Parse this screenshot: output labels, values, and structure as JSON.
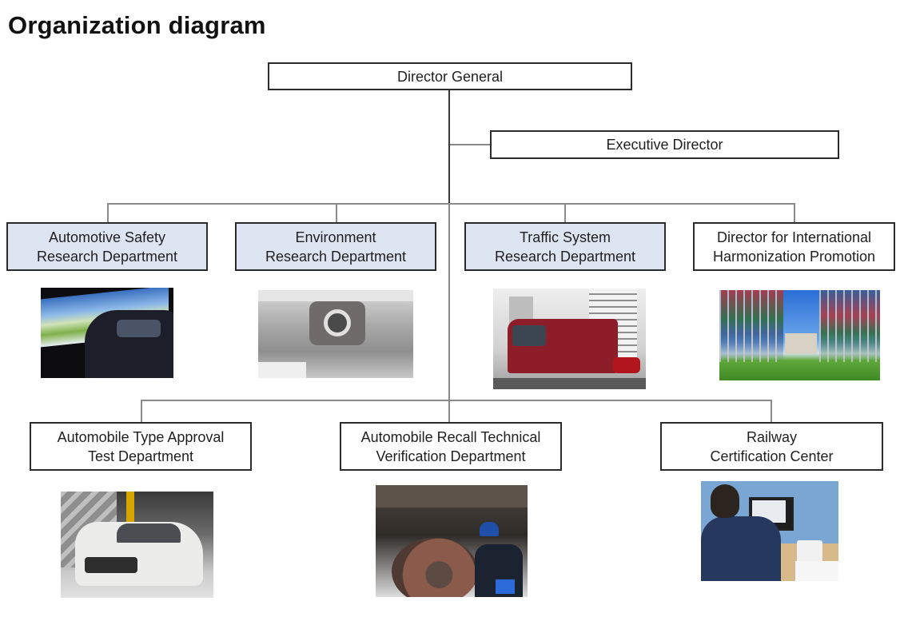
{
  "title": "Organization diagram",
  "colors": {
    "box_border": "#2b2b2b",
    "research_dept_fill": "#dde5f2",
    "connector": "#8a8a8a"
  },
  "org": {
    "director_general": "Director General",
    "executive_director": "Executive Director",
    "research_departments": [
      {
        "line1": "Automotive Safety",
        "line2": "Research Department",
        "photo": "driving-simulator-photo"
      },
      {
        "line1": "Environment",
        "line2": "Research Department",
        "photo": "exhaust-pipe-photo"
      },
      {
        "line1": "Traffic System",
        "line2": "Research Department",
        "photo": "tram-photo"
      },
      {
        "line1": "Director for International",
        "line2": "Harmonization Promotion",
        "photo": "flags-avenue-photo"
      }
    ],
    "other_departments": [
      {
        "line1": "Automobile Type Approval",
        "line2": "Test Department",
        "photo": "crash-test-car-photo"
      },
      {
        "line1": "Automobile Recall Technical",
        "line2": "Verification Department",
        "photo": "wheel-inspection-photo"
      },
      {
        "line1": "Railway",
        "line2": "Certification Center",
        "photo": "office-worker-computer-photo"
      }
    ]
  }
}
